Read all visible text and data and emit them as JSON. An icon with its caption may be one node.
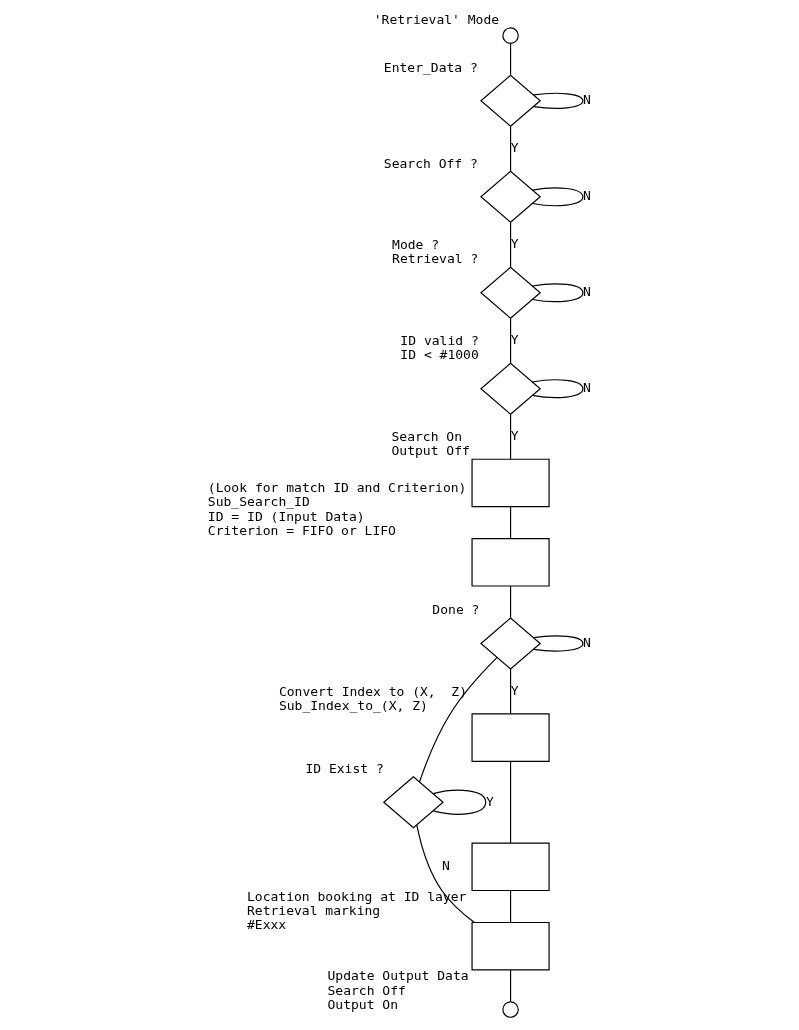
{
  "diagram": {
    "nodes": [
      {
        "text": [],
        "shape": "circle",
        "beside": [
          "'Retrieval' Mode"
        ]
      },
      {
        "text": [],
        "shape": "diamond",
        "beside": [
          "Enter_Data ?"
        ]
      },
      {
        "text": [],
        "shape": "diamond",
        "beside": [
          "Search Off ?"
        ]
      },
      {
        "text": [],
        "shape": "diamond",
        "beside": [
          "Mode ?",
          "Retrieval ?"
        ]
      },
      {
        "text": [],
        "shape": "diamond",
        "beside": [
          "ID valid ?",
          "ID < #1000"
        ]
      },
      {
        "text": [],
        "shape": "box",
        "beside": [
          "Search On",
          "Output Off"
        ]
      },
      {
        "text": [],
        "shape": "box",
        "beside": [
          "(Look for match ID and Criterion)",
          "Sub_Search_ID",
          "ID = ID (Input Data)",
          "Criterion = FIFO or LIFO"
        ]
      },
      {
        "text": [],
        "shape": "diamond",
        "beside": [
          "Done ?"
        ]
      },
      {
        "text": [],
        "shape": "diamond",
        "beside": [
          "ID Exist ?"
        ]
      },
      {
        "text": [],
        "shape": "box",
        "beside": [
          "Convert Index to (X,  Z)",
          "Sub_Index_to_(X, Z)"
        ]
      },
      {
        "text": [],
        "shape": "box",
        "beside": [
          "Location booking at ID layer",
          "Retrieval marking",
          "#Exxx"
        ]
      },
      {
        "text": [],
        "shape": "box",
        "beside": [
          "Update Output Data",
          "Search Off",
          "Output On"
        ]
      },
      {
        "text": [],
        "shape": "circle"
      }
    ],
    "edges": [
      {
        "from": 0,
        "to": 1,
        "arrow": "none"
      },
      {
        "from": 1,
        "to": 1,
        "arrow": "none",
        "label": "N"
      },
      {
        "from": 1,
        "to": 2,
        "arrow": "none",
        "label": "Y"
      },
      {
        "from": 2,
        "to": 2,
        "arrow": "none",
        "label": "N"
      },
      {
        "from": 2,
        "to": 3,
        "arrow": "none",
        "label": "Y"
      },
      {
        "from": 3,
        "to": 3,
        "arrow": "none",
        "label": "N"
      },
      {
        "from": 3,
        "to": 4,
        "arrow": "none",
        "label": "Y"
      },
      {
        "from": 4,
        "to": 4,
        "arrow": "none",
        "label": "N"
      },
      {
        "from": 4,
        "to": 5,
        "arrow": "none",
        "label": "Y"
      },
      {
        "from": 5,
        "to": 6,
        "arrow": "none"
      },
      {
        "from": 6,
        "to": 7,
        "arrow": "none"
      },
      {
        "from": 7,
        "to": 7,
        "arrow": "none",
        "label": "N"
      },
      {
        "from": 7,
        "to": 9,
        "arrow": "none",
        "label": "Y"
      },
      {
        "from": 7,
        "to": 8,
        "arrow": "none"
      },
      {
        "from": 8,
        "to": 8,
        "arrow": "none",
        "label": "Y"
      },
      {
        "from": 8,
        "to": 11,
        "arrow": "none",
        "label": "N"
      },
      {
        "from": 9,
        "to": 10,
        "arrow": "none"
      },
      {
        "from": 10,
        "to": 11,
        "arrow": "none"
      },
      {
        "from": 11,
        "to": 12,
        "arrow": "none"
      }
    ]
  }
}
